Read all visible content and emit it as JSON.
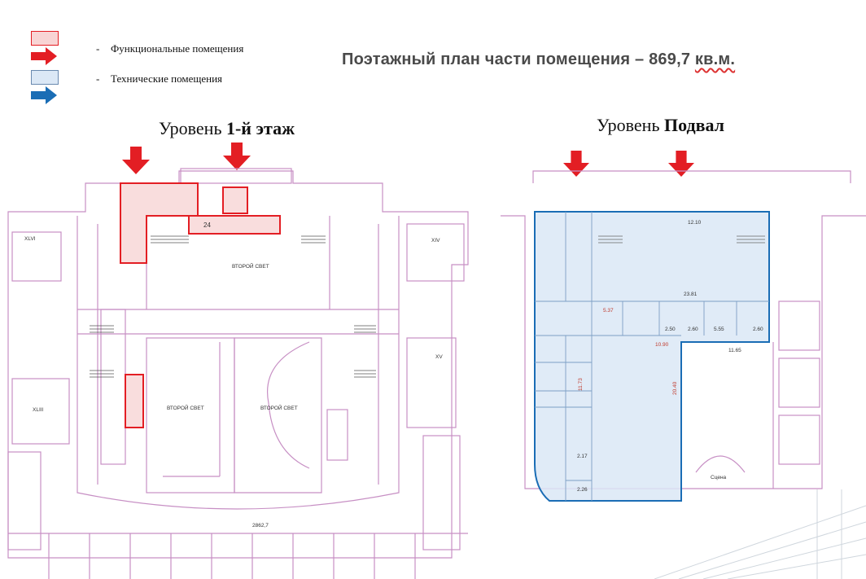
{
  "legend": {
    "items": [
      {
        "dash": "-",
        "label": "Функциональные помещения",
        "color": "#f8d4d4",
        "arrow": "#e31e24"
      },
      {
        "dash": "-",
        "label": "Технические помещения",
        "color": "#dbe8f6",
        "arrow": "#1a6db5"
      }
    ]
  },
  "title": {
    "main": "Поэтажный план части помещения – 869,7 ",
    "unit": "кв.м."
  },
  "levels": {
    "left": {
      "prefix": "Уровень ",
      "bold": "1-й этаж"
    },
    "right": {
      "prefix": "Уровень ",
      "bold": "Подвал"
    }
  },
  "plan_left": {
    "labels": {
      "hall_top": "ВТОРОЙ СВЕТ",
      "hall_left": "ВТОРОЙ СВЕТ",
      "hall_right": "ВТОРОЙ СВЕТ",
      "r24": "24",
      "r_lower": "2862,7",
      "roman_xlvi": "XLVI",
      "roman_xliii": "XLIII",
      "roman_xiv": "XIV",
      "roman_xv": "XV"
    }
  },
  "plan_right": {
    "labels": {
      "w_top": "12.10",
      "area_main": "23.81",
      "area_right": "11.65",
      "w_mid": "10.90",
      "cells": [
        "5.37",
        "2.50",
        "2.60",
        "5.55",
        "2.60"
      ],
      "v1": "11.73",
      "v2": "20.40",
      "small1": "2.17",
      "small2": "2.26",
      "stage": "Сцена"
    }
  },
  "colors": {
    "func_fill": "#f8d4d4",
    "func_stroke": "#e31e24",
    "tech_fill": "#dbe8f6",
    "tech_stroke": "#1a6db5",
    "plan_line": "#c78fc4"
  }
}
